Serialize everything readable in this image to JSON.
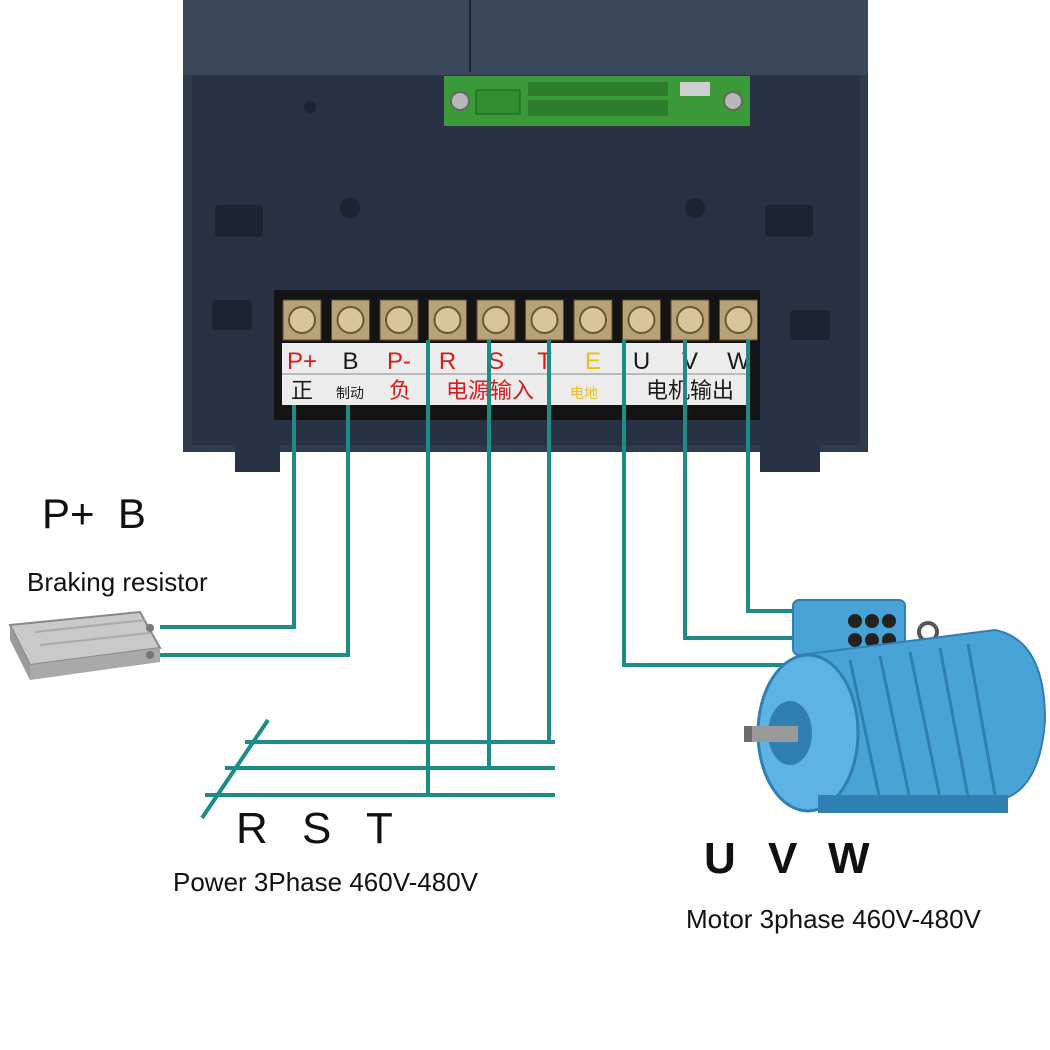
{
  "terminals": [
    {
      "label": "P+",
      "color": "#d71c1c"
    },
    {
      "label": "B",
      "color": "#1a1a1a"
    },
    {
      "label": "P-",
      "color": "#d71c1c"
    },
    {
      "label": "R",
      "color": "#d71c1c"
    },
    {
      "label": "S",
      "color": "#d71c1c"
    },
    {
      "label": "T",
      "color": "#d71c1c"
    },
    {
      "label": "E",
      "color": "#e8c21a"
    },
    {
      "label": "U",
      "color": "#1a1a1a"
    },
    {
      "label": "V",
      "color": "#1a1a1a"
    },
    {
      "label": "W",
      "color": "#1a1a1a"
    }
  ],
  "terminal_captions": [
    {
      "text": "正",
      "color": "#1a1a1a"
    },
    {
      "text": "制动",
      "color": "#1a1a1a"
    },
    {
      "text": "负",
      "color": "#d71c1c"
    },
    {
      "text": "电源输入",
      "color": "#d71c1c"
    },
    {
      "text": "电地",
      "color": "#e8c21a"
    },
    {
      "text": "电机输出",
      "color": "#1a1a1a"
    }
  ],
  "labels": {
    "braking_terminals": "P+  B",
    "braking_resistor": "Braking resistor",
    "power_r": "R",
    "power_s": "S",
    "power_t": "T",
    "power_caption": "Power 3Phase 460V-480V",
    "motor_u": "U",
    "motor_v": "V",
    "motor_w": "W",
    "motor_caption": "Motor 3phase 460V-480V"
  },
  "colors": {
    "wire": "#1c8c86",
    "housing": "#2f3a4c",
    "housing_dark": "#252e3e",
    "terminal_strip": "#141414",
    "motor": "#4aa3d6",
    "motor_dark": "#2f7fb3",
    "pcb": "#3a9a3a"
  }
}
